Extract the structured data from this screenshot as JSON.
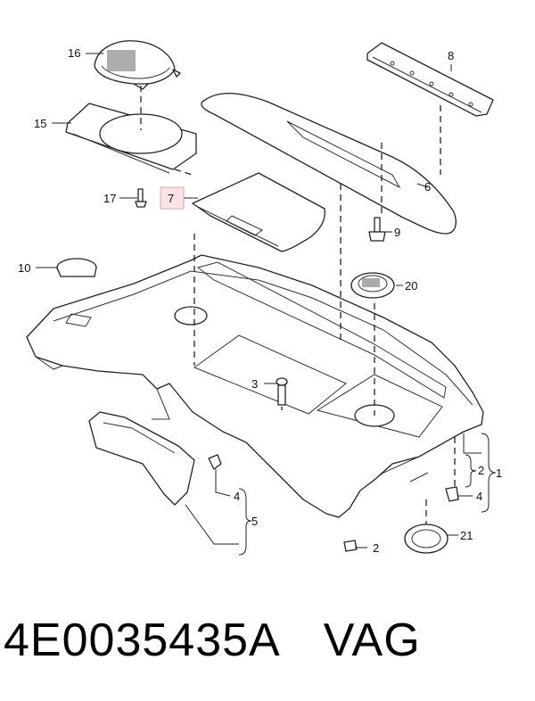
{
  "callouts": {
    "c1": "1",
    "c2a": "2",
    "c2b": "2",
    "c3": "3",
    "c4a": "4",
    "c4b": "4",
    "c5": "5",
    "c6": "6",
    "c7": "7",
    "c8": "8",
    "c9": "9",
    "c10": "10",
    "c15": "15",
    "c16": "16",
    "c17": "17",
    "c20": "20",
    "c21": "21"
  },
  "footer": {
    "part_number": "4E0035435A",
    "manufacturer": "VAG"
  },
  "colors": {
    "line": "#222222",
    "highlight_fill": "#fbe3e6",
    "highlight_border": "#e6a0aa"
  }
}
